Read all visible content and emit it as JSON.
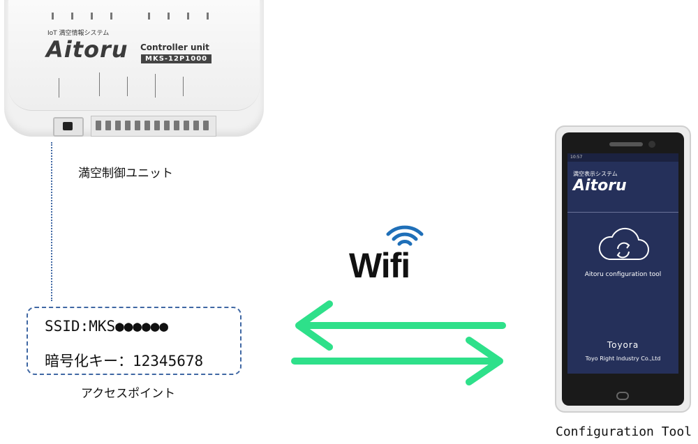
{
  "device": {
    "subtitle": "IoT 満空情報システム",
    "logo": "Aitoru",
    "title": "Controller unit",
    "model": "MKS-12P1000"
  },
  "controller_label": "満空制御ユニット",
  "access_point": {
    "ssid": "SSID:MKS●●●●●●",
    "key": "暗号化キー：12345678",
    "label": "アクセスポイント"
  },
  "wifi": {
    "text": "Wifi",
    "color": "#1f6fb8"
  },
  "arrow_color": "#2ee08a",
  "phone": {
    "status_time": "10:57",
    "subtitle": "満空表示システム",
    "logo": "Aitoru",
    "tool": "Aitoru configuration tool",
    "brand": "Toyora",
    "company": "Toyo Right Industry Co.,Ltd",
    "screen_color": "#25305a"
  },
  "phone_caption": "Configuration Tool"
}
